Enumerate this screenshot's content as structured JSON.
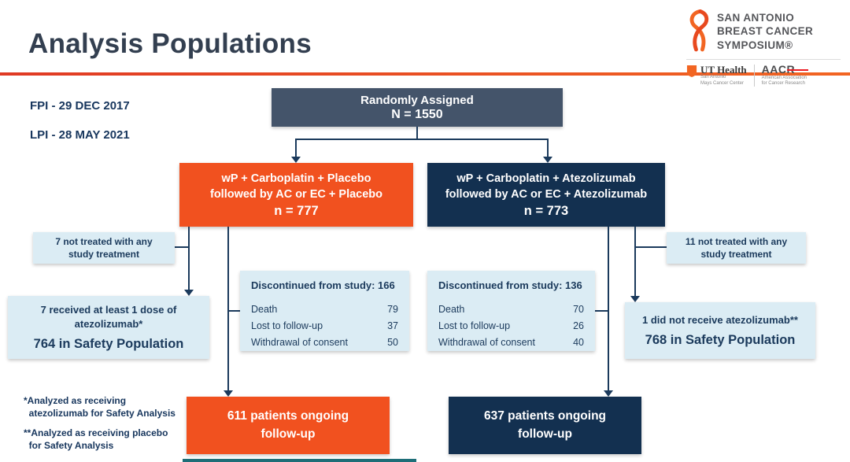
{
  "header": {
    "title": "Analysis Populations",
    "fpi": "FPI - 29 DEC 2017",
    "lpi": "LPI - 28 MAY 2021"
  },
  "branding": {
    "symposium_line1": "SAN ANTONIO",
    "symposium_line2": "BREAST CANCER",
    "symposium_line3": "SYMPOSIUM®",
    "ut_health_name": "UT Health",
    "ut_health_sub1": "San Antonio",
    "ut_health_sub2": "Mays Cancer Center",
    "aacr_name": "AACR",
    "aacr_sub1": "American Association",
    "aacr_sub2": "for Cancer Research"
  },
  "colors": {
    "orange": "#F1511F",
    "navy": "#133050",
    "slate": "#44546A",
    "light_blue": "#DBECF4",
    "line_navy": "#1B3A5C"
  },
  "flow": {
    "randomized": {
      "title": "Randomly Assigned",
      "n": "N = 1550"
    },
    "arm_placebo": {
      "line1": "wP + Carboplatin + Placebo",
      "line2": "followed by AC or EC + Placebo",
      "n": "n = 777"
    },
    "arm_atezo": {
      "line1": "wP + Carboplatin + Atezolizumab",
      "line2": "followed by AC or EC + Atezolizumab",
      "n": "n = 773"
    },
    "left_not_treated": "7 not treated with any\nstudy treatment",
    "right_not_treated": "11 not treated with any\nstudy treatment",
    "left_safety": {
      "note": "7 received at least 1 dose of\natezolizumab*",
      "population": "764 in Safety Population"
    },
    "right_safety": {
      "note": "1 did not receive atezolizumab**",
      "population": "768 in Safety Population"
    },
    "left_discontinued": {
      "header": "Discontinued from study: 166",
      "rows": [
        {
          "label": "Death",
          "value": "79"
        },
        {
          "label": "Lost to follow-up",
          "value": "37"
        },
        {
          "label": "Withdrawal of consent",
          "value": "50"
        }
      ]
    },
    "right_discontinued": {
      "header": "Discontinued from study: 136",
      "rows": [
        {
          "label": "Death",
          "value": "70"
        },
        {
          "label": "Lost to follow-up",
          "value": "26"
        },
        {
          "label": "Withdrawal of consent",
          "value": "40"
        }
      ]
    },
    "left_ongoing": "611 patients ongoing\nfollow-up",
    "right_ongoing": "637 patients ongoing\nfollow-up"
  },
  "footnotes": {
    "note1": "*Analyzed as receiving\n  atezolizumab for Safety Analysis",
    "note2": "**Analyzed as receiving placebo\n  for Safety Analysis"
  }
}
